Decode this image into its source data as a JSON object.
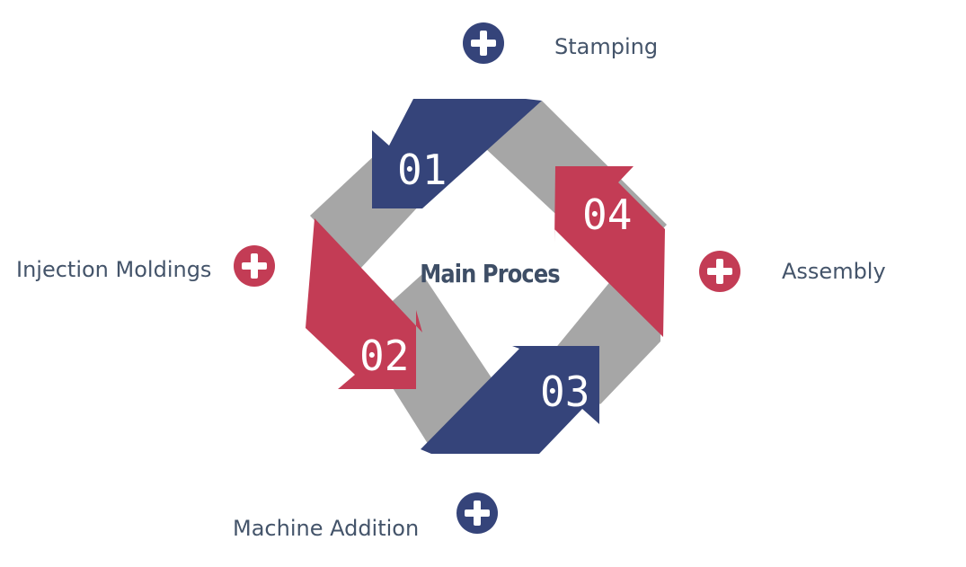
{
  "diagram": {
    "center_title": "Main Proces",
    "steps": [
      {
        "number": "01",
        "color": "#35447a"
      },
      {
        "number": "02",
        "color": "#c33c55"
      },
      {
        "number": "03",
        "color": "#35447a"
      },
      {
        "number": "04",
        "color": "#c33c55"
      }
    ],
    "ring_color": "#a6a6a6",
    "items": [
      {
        "label": "Stamping",
        "icon": "plus-circle-icon",
        "color": "#35447a"
      },
      {
        "label": "Injection Moldings",
        "icon": "plus-circle-icon",
        "color": "#c33c55"
      },
      {
        "label": "Assembly",
        "icon": "plus-circle-icon",
        "color": "#c33c55"
      },
      {
        "label": "Machine Addition",
        "icon": "plus-circle-icon",
        "color": "#35447a"
      }
    ]
  }
}
